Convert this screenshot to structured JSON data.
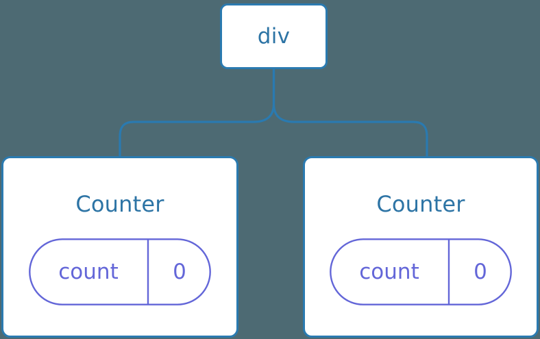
{
  "diagram": {
    "type": "component-tree",
    "background_color": "#4d6a73",
    "node_stroke_color": "#2a7ab0",
    "node_fill_color": "#ffffff",
    "node_text_color": "#2d74a5",
    "state_pill_color": "#6366d8",
    "edge_color": "#2a7ab0",
    "root": {
      "label": "div"
    },
    "children": [
      {
        "label": "Counter",
        "state": {
          "key": "count",
          "value": "0"
        }
      },
      {
        "label": "Counter",
        "state": {
          "key": "count",
          "value": "0"
        }
      }
    ]
  }
}
